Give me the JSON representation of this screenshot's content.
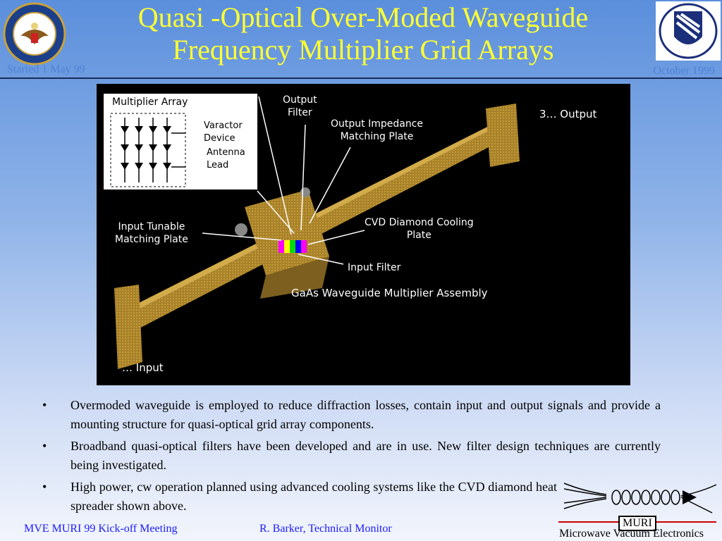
{
  "slide": {
    "title_line1": "Quasi -Optical Over-Moded Waveguide",
    "title_line2": "Frequency Multiplier Grid Arrays",
    "started": "Started 1 May 99",
    "date": "October 1999",
    "seal_left_icon": "dod-seal-icon",
    "seal_right_icon": "afosr-logo-icon"
  },
  "diagram": {
    "inset_title": "Multiplier Array",
    "inset_varactor": "Varactor",
    "inset_device": "Device",
    "inset_antenna": "Antenna",
    "inset_lead": "Lead",
    "output_filter_1": "Output",
    "output_filter_2": "Filter",
    "impedance_1": "Output Impedance",
    "impedance_2": "Matching Plate",
    "output_label": "3… Output",
    "input_tunable_1": "Input Tunable",
    "input_tunable_2": "Matching Plate",
    "cvd_1": "CVD Diamond Cooling",
    "cvd_2": "Plate",
    "input_filter": "Input Filter",
    "assembly": "GaAs Waveguide Multiplier Assembly",
    "input_label": "… Input"
  },
  "bullets": [
    "Overmoded waveguide is employed to reduce diffraction losses, contain input and output signals and provide a mounting structure for quasi-optical grid array components.",
    "Broadband quasi-optical filters have been developed and are in use.  New filter design techniques are currently being investigated.",
    "High power, cw operation planned using advanced cooling systems like the CVD diamond heat spreader shown above."
  ],
  "bullet_symbol": "•",
  "footer": {
    "meeting": "MVE MURI 99 Kick-off Meeting",
    "monitor": "R. Barker, Technical Monitor",
    "logo_box": "MURI",
    "logo_text": "Microwave Vacuum Electronics"
  },
  "colors": {
    "title": "#ffff33",
    "footer": "#1a1aff",
    "waveguide": "#b08a2a"
  }
}
